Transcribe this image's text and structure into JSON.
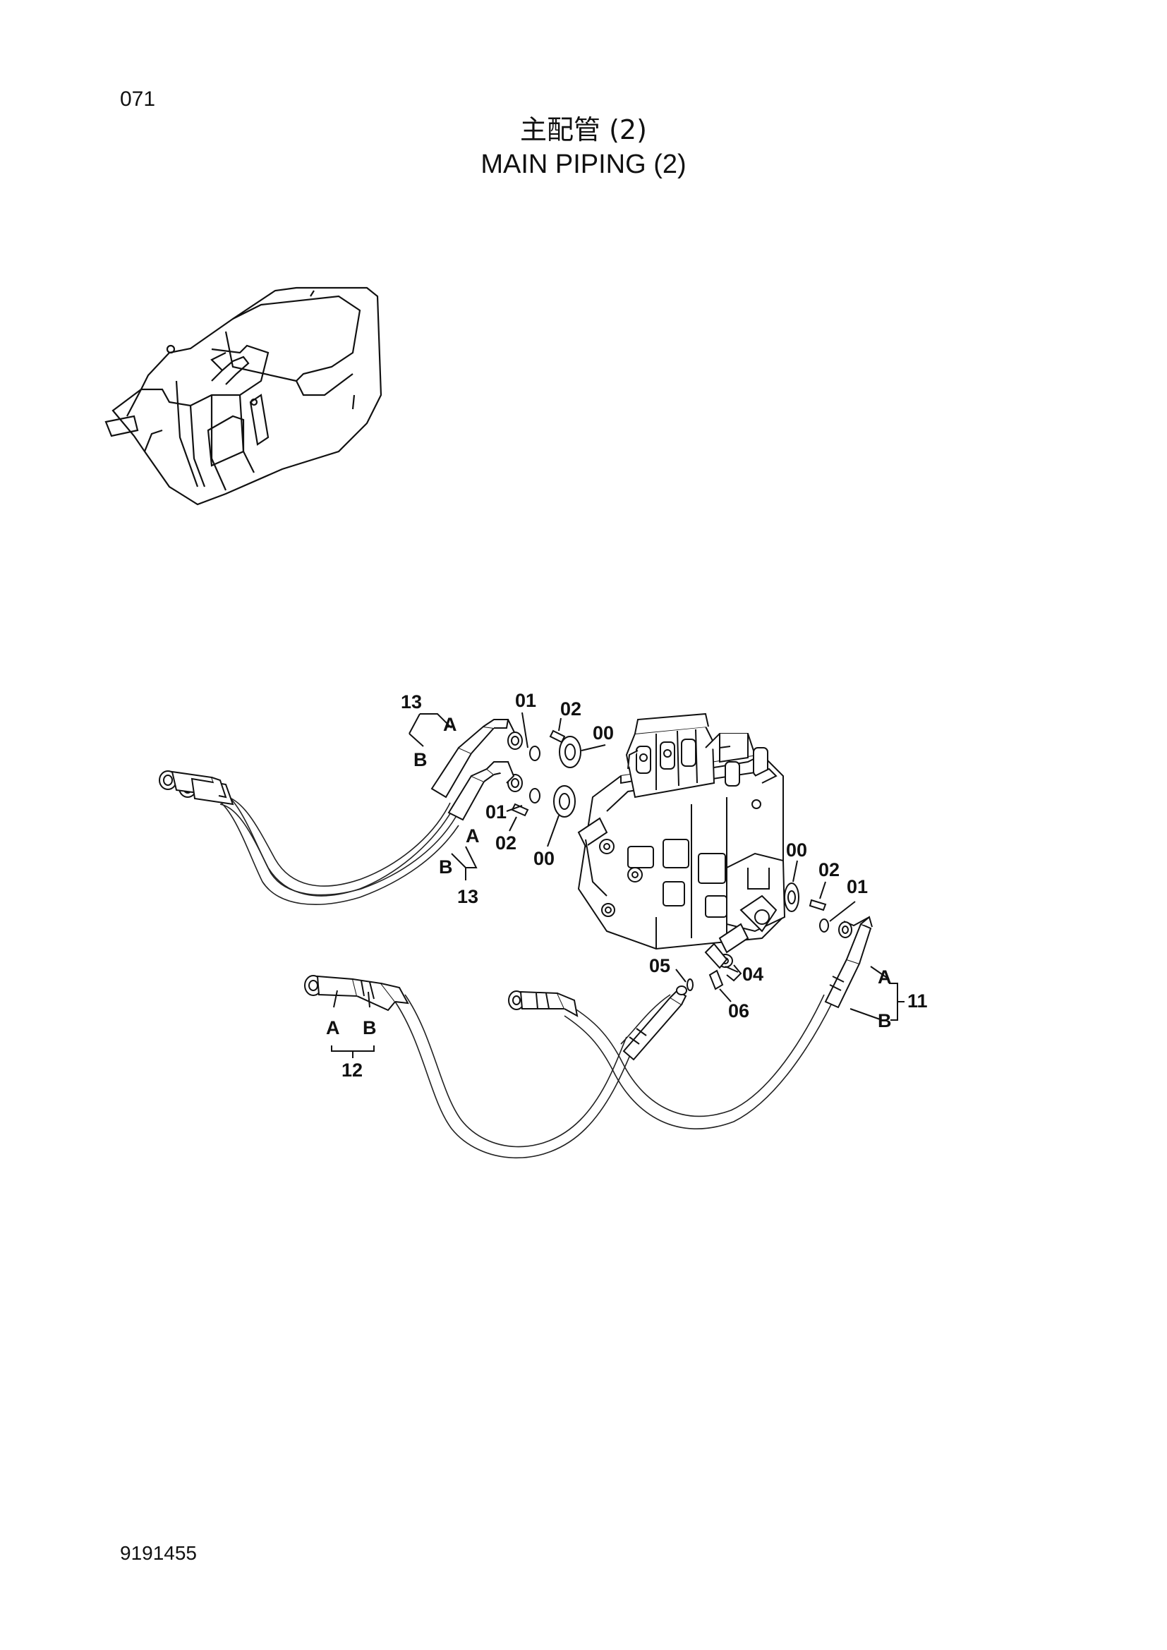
{
  "page_number": "071",
  "title": {
    "chinese": "主配管 (2)",
    "english": "MAIN PIPING (2)"
  },
  "drawing_number": "9191455",
  "callouts": {
    "hose_13_upper": "13",
    "hose_13_upper_a": "A",
    "hose_13_upper_b": "B",
    "hose_13_lower": "13",
    "hose_13_lower_a": "A",
    "hose_13_lower_b": "B",
    "oring_01_upper": "01",
    "bolt_02_upper": "02",
    "flange_00_upper": "00",
    "oring_01_mid": "01",
    "bolt_02_mid": "02",
    "flange_00_mid": "00",
    "flange_00_right": "00",
    "bolt_02_right": "02",
    "oring_01_right": "01",
    "part_05": "05",
    "part_04": "04",
    "part_06": "06",
    "hose_11": "11",
    "hose_11_a": "A",
    "hose_11_b": "B",
    "hose_12": "12",
    "hose_12_a": "A",
    "hose_12_b": "B"
  }
}
